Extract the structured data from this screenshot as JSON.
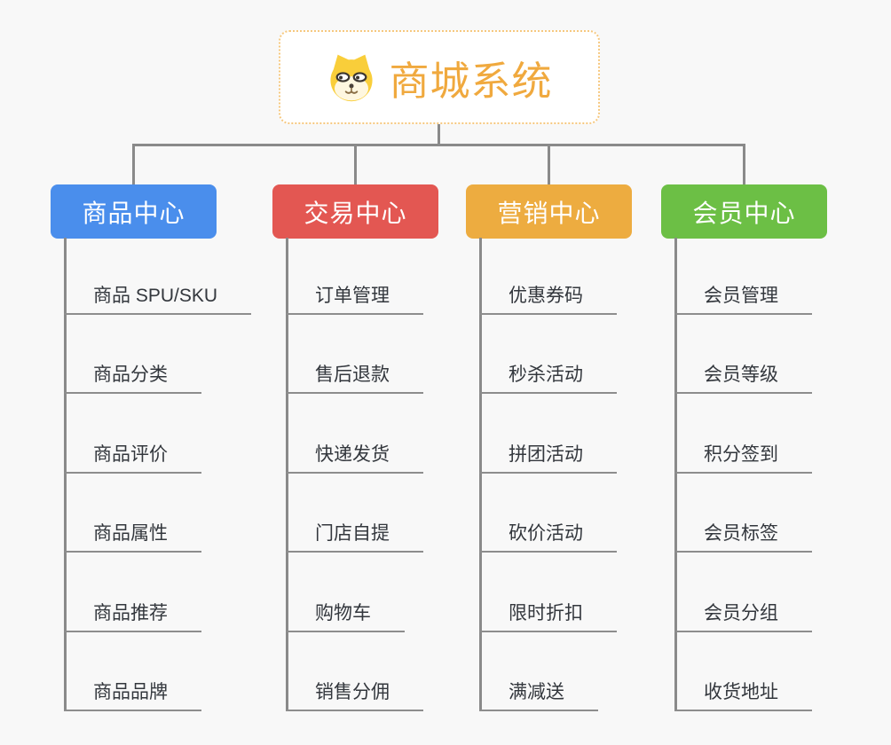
{
  "root": {
    "label": "商城系统",
    "icon": "dog-face-icon"
  },
  "branches": [
    {
      "id": "product-center",
      "label": "商品中心",
      "color": "#4A8EEC",
      "children": [
        "商品 SPU/SKU",
        "商品分类",
        "商品评价",
        "商品属性",
        "商品推荐",
        "商品品牌"
      ]
    },
    {
      "id": "trade-center",
      "label": "交易中心",
      "color": "#E35752",
      "children": [
        "订单管理",
        "售后退款",
        "快递发货",
        "门店自提",
        "购物车",
        "销售分佣"
      ]
    },
    {
      "id": "marketing-center",
      "label": "营销中心",
      "color": "#EDAC40",
      "children": [
        "优惠券码",
        "秒杀活动",
        "拼团活动",
        "砍价活动",
        "限时折扣",
        "满减送"
      ]
    },
    {
      "id": "member-center",
      "label": "会员中心",
      "color": "#6CBF45",
      "children": [
        "会员管理",
        "会员等级",
        "积分签到",
        "会员标签",
        "会员分组",
        "收货地址"
      ]
    }
  ],
  "colors": {
    "root_text": "#F0A93E",
    "root_border": "#F6C87F",
    "connector": "#8A8A8A",
    "underline": "#8D8D8D",
    "leaf_text": "#33373D",
    "background": "#F8F8F8"
  }
}
